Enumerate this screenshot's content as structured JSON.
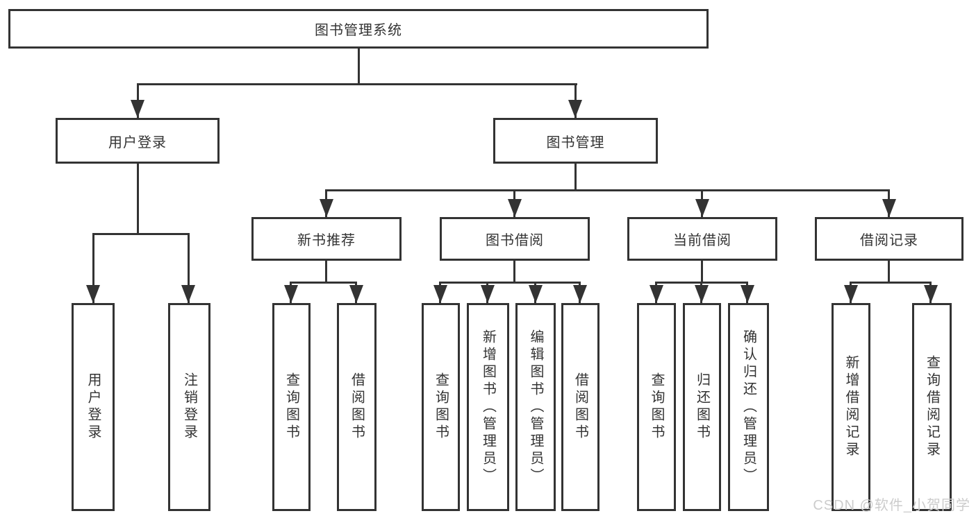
{
  "tree": {
    "root": "图书管理系统",
    "children": [
      {
        "label": "用户登录",
        "children": [
          "用户登录",
          "注销登录"
        ]
      },
      {
        "label": "图书管理",
        "children": [
          {
            "label": "新书推荐",
            "children": [
              "查询图书",
              "借阅图书"
            ]
          },
          {
            "label": "图书借阅",
            "children": [
              "查询图书",
              "新增图书（管理员）",
              "编辑图书（管理员）",
              "借阅图书"
            ]
          },
          {
            "label": "当前借阅",
            "children": [
              "查询图书",
              "归还图书",
              "确认归还（管理员）"
            ]
          },
          {
            "label": "借阅记录",
            "children": [
              "新增借阅记录",
              "查询借阅记录"
            ]
          }
        ]
      }
    ]
  },
  "watermark": "CSDN @软件_小贺同学",
  "colors": {
    "line": "#333333",
    "text": "#333333",
    "watermark": "#cccccc",
    "background": "#ffffff"
  }
}
